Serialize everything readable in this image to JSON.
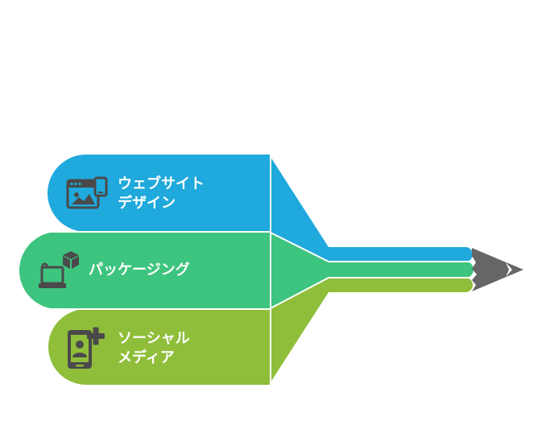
{
  "items": [
    {
      "label_line1": "ウェブサイト",
      "label_line2": "デザイン",
      "icon": "website-design-icon",
      "color": "#1fa9dc"
    },
    {
      "label_line1": "パッケージング",
      "label_line2": "",
      "icon": "packaging-icon",
      "color": "#3dc47e"
    },
    {
      "label_line1": "ソーシャル",
      "label_line2": "メディア",
      "icon": "social-media-icon",
      "color": "#8fbe3a"
    }
  ],
  "colors": {
    "tip": "#666666",
    "icon": "#4a4a4a",
    "divider": "#ffffff"
  }
}
